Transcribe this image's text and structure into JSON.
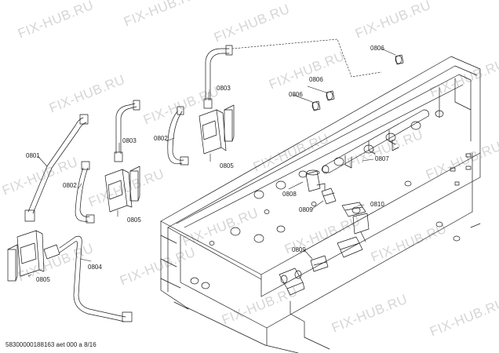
{
  "watermark": "FIX-HUB.RU",
  "footer": "58300000188163 aet 000 a 8/16",
  "labels": {
    "l0806a": "0806",
    "l0806b": "0806",
    "l0806c": "0806",
    "l0803a": "0803",
    "l0803b": "0803",
    "l0802a": "0802",
    "l0802b": "0802",
    "l0805a": "0805",
    "l0805b": "0805",
    "l0805c": "0805",
    "l0801": "0801",
    "l0804": "0804",
    "l0807": "0807",
    "l0808": "0808",
    "l0809a": "0809",
    "l0809b": "0809",
    "l0810": "0810"
  },
  "colors": {
    "line": "#1a1a1a",
    "watermark": "#d6d6d6",
    "background": "#ffffff"
  }
}
